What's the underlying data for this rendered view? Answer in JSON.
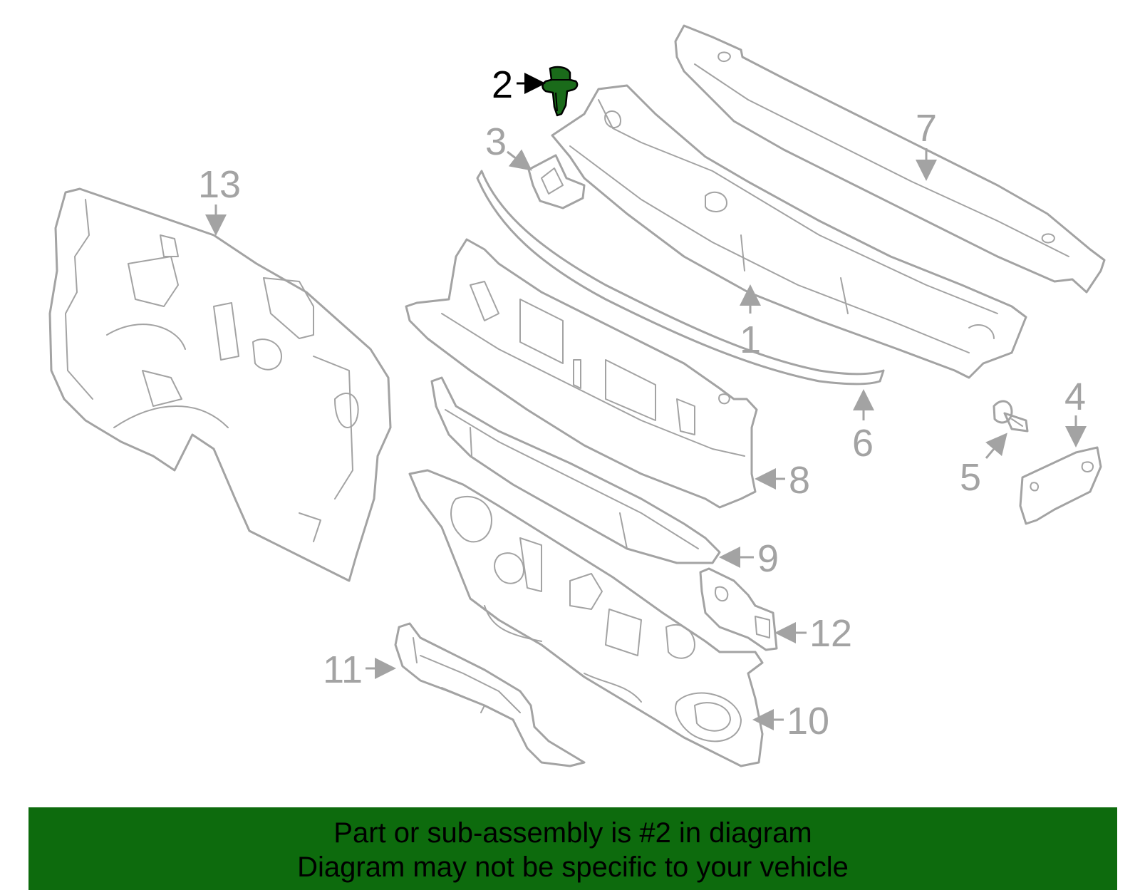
{
  "colors": {
    "part_stroke": "#a3a3a3",
    "highlight_part": "#1a6b1a",
    "banner_bg": "#0d6b0d",
    "active_label": "#000000"
  },
  "callouts": {
    "c1": "1",
    "c2": "2",
    "c3": "3",
    "c4": "4",
    "c5": "5",
    "c6": "6",
    "c7": "7",
    "c8": "8",
    "c9": "9",
    "c10": "10",
    "c11": "11",
    "c12": "12",
    "c13": "13"
  },
  "highlighted_callout": "2",
  "banner": {
    "line1": "Part or sub-assembly is #2 in diagram",
    "line2": "Diagram may not be specific to your vehicle"
  }
}
